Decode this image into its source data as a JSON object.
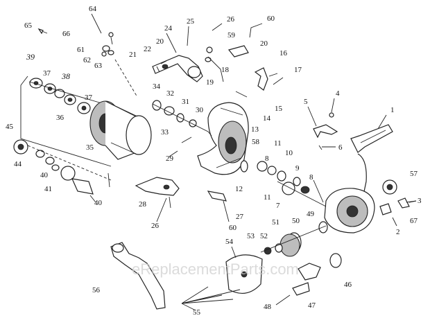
{
  "watermark": "eReplacementParts.com",
  "labels": {
    "p1": "1",
    "p2": "2",
    "p3": "3",
    "p4": "4",
    "p5": "5",
    "p6": "6",
    "p7": "7",
    "p8a": "8",
    "p8b": "8",
    "p9": "9",
    "p10": "10",
    "p11a": "11",
    "p11b": "11",
    "p12": "12",
    "p13": "13",
    "p14": "14",
    "p15": "15",
    "p16": "16",
    "p17": "17",
    "p18": "18",
    "p19": "19",
    "p20a": "20",
    "p20b": "20",
    "p21": "21",
    "p22": "22",
    "p24": "24",
    "p25": "25",
    "p26a": "26",
    "p26b": "26",
    "p27": "27",
    "p28": "28",
    "p29": "29",
    "p30": "30",
    "p31": "31",
    "p32": "32",
    "p33": "33",
    "p34": "34",
    "p35": "35",
    "p36": "36",
    "p37a": "37",
    "p37b": "37",
    "p38": "38",
    "p39": "39",
    "p40a": "40",
    "p40b": "40",
    "p41": "41",
    "p44": "44",
    "p45": "45",
    "p46": "46",
    "p47": "47",
    "p48": "48",
    "p49": "49",
    "p50": "50",
    "p51": "51",
    "p52": "52",
    "p53": "53",
    "p54": "54",
    "p55": "55",
    "p56": "56",
    "p57": "57",
    "p58": "58",
    "p59": "59",
    "p60a": "60",
    "p60b": "60",
    "p61": "61",
    "p62": "62",
    "p63": "63",
    "p64": "64",
    "p65": "65",
    "p66": "66",
    "p67": "67"
  }
}
